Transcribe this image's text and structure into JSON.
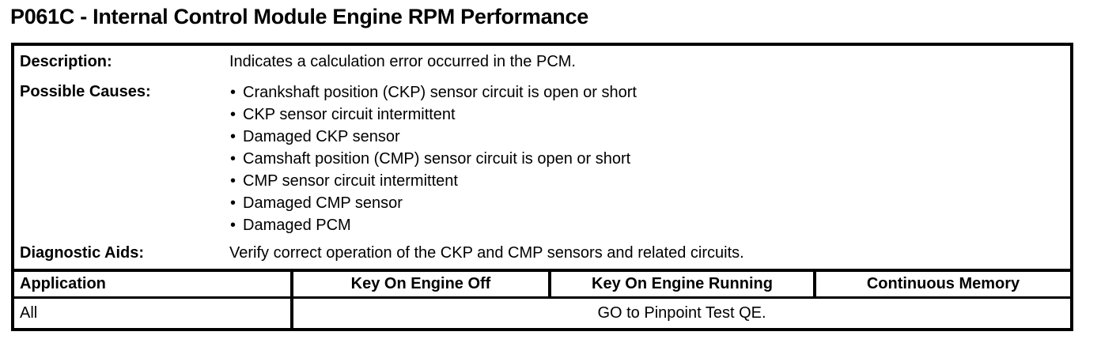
{
  "title": "P061C - Internal Control Module Engine RPM Performance",
  "info": {
    "description": {
      "label": "Description:",
      "text": "Indicates a calculation error occurred in the PCM."
    },
    "possible_causes": {
      "label": "Possible Causes:",
      "items": [
        "Crankshaft position (CKP) sensor circuit is open or short",
        "CKP sensor circuit intermittent",
        "Damaged CKP sensor",
        "Camshaft position (CMP) sensor circuit is open or short",
        "CMP sensor circuit intermittent",
        "Damaged CMP sensor",
        "Damaged PCM"
      ]
    },
    "diagnostic_aids": {
      "label": "Diagnostic Aids:",
      "text": "Verify correct operation of the CKP and CMP sensors and related circuits."
    }
  },
  "application_table": {
    "headers": [
      "Application",
      "Key On Engine Off",
      "Key On Engine Running",
      "Continuous Memory"
    ],
    "row": {
      "application": "All",
      "action": "GO to Pinpoint Test QE."
    }
  },
  "colors": {
    "text": "#000000",
    "background": "#ffffff",
    "border": "#000000"
  }
}
